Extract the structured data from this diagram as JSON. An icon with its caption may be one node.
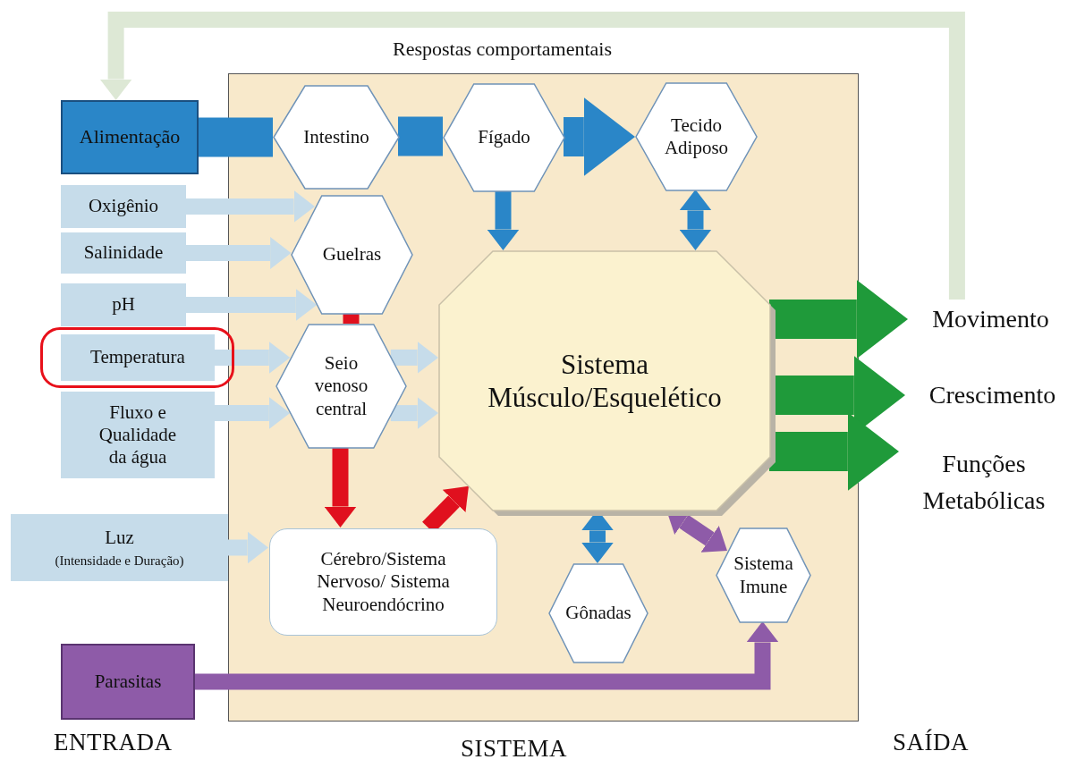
{
  "diagram": {
    "nodes": [
      {
        "text": [],
        "shape": "box"
      },
      {
        "text": [
          "Alimentação"
        ]
      },
      {
        "text": [
          "Intestino"
        ],
        "in": 0
      },
      {
        "text": [
          "Fígado"
        ],
        "in": 0
      },
      {
        "text": [
          "Tecido Adiposo"
        ],
        "in": 0
      },
      {
        "text": [
          "Oxigênio"
        ]
      },
      {
        "text": [
          "Salinidade"
        ]
      },
      {
        "text": [
          "pH"
        ]
      },
      {
        "text": [
          "Temperatura"
        ]
      },
      {
        "text": [
          "Fluxo e Qualidade da água"
        ]
      },
      {
        "text": [
          "Guelras"
        ],
        "in": 0
      },
      {
        "text": [
          "Seio venoso central"
        ],
        "in": 0
      },
      {
        "text": [
          "Sistema Músculo/Esquelético"
        ],
        "in": 0
      },
      {
        "text": [
          "Luz",
          "(Intensidade e Duração)"
        ]
      },
      {
        "text": [
          "Cérebro/Sistema Nervoso/ Sistema Neuroendócrino"
        ],
        "in": 0
      },
      {
        "text": [
          "Gônadas"
        ],
        "in": 0
      },
      {
        "text": [
          "Sistema Imune"
        ],
        "in": 0
      },
      {
        "text": [
          "Parasitas"
        ]
      },
      {
        "text": [
          "Movimento"
        ]
      },
      {
        "text": [
          "Crescimento"
        ]
      },
      {
        "text": [
          "Funções Metabólicas"
        ]
      }
    ],
    "edges": [
      {
        "from": 1,
        "to": 2,
        "arrow": "none",
        "style": "thick",
        "color": "#2a86c8"
      },
      {
        "from": 2,
        "to": 3,
        "arrow": "none",
        "style": "thick",
        "color": "#2a86c8"
      },
      {
        "from": 3,
        "to": 4,
        "arrow": "to",
        "style": "thick",
        "color": "#2a86c8"
      },
      {
        "from": 3,
        "to": 12,
        "arrow": "to",
        "color": "#2a86c8"
      },
      {
        "from": 4,
        "to": 12,
        "arrow": "both",
        "color": "#2a86c8"
      },
      {
        "from": 5,
        "to": 10,
        "arrow": "to"
      },
      {
        "from": 6,
        "to": 10,
        "arrow": "to"
      },
      {
        "from": 7,
        "to": 10,
        "arrow": "to"
      },
      {
        "from": 8,
        "to": 11,
        "arrow": "to"
      },
      {
        "from": 9,
        "to": 11,
        "arrow": "to"
      },
      {
        "from": 11,
        "to": 12,
        "arrow": "to"
      },
      {
        "from": 11,
        "to": 12,
        "arrow": "to"
      },
      {
        "from": 10,
        "to": 11,
        "arrow": "none",
        "color": "#e0101e"
      },
      {
        "from": 11,
        "to": 14,
        "arrow": "to",
        "color": "#e0101e"
      },
      {
        "from": 14,
        "to": 12,
        "arrow": "to",
        "color": "#e0101e"
      },
      {
        "from": 13,
        "to": 14,
        "arrow": "to"
      },
      {
        "from": 12,
        "to": 15,
        "arrow": "both",
        "color": "#2a86c8"
      },
      {
        "from": 12,
        "to": 16,
        "arrow": "both",
        "color": "#8e5ba8"
      },
      {
        "from": 17,
        "to": 16,
        "arrow": "to",
        "color": "#8e5ba8"
      },
      {
        "from": 12,
        "to": 18,
        "arrow": "to",
        "style": "thick",
        "color": "#1f9a3a"
      },
      {
        "from": 12,
        "to": 19,
        "arrow": "to",
        "style": "thick",
        "color": "#1f9a3a"
      },
      {
        "from": 12,
        "to": 20,
        "arrow": "to",
        "style": "thick",
        "color": "#1f9a3a"
      },
      {
        "from": 18,
        "to": 1,
        "arrow": "to",
        "color": "#dde8d5",
        "label": "Respostas comportamentais"
      }
    ],
    "labels": [
      "ENTRADA",
      "SISTEMA",
      "SAÍDA"
    ]
  }
}
